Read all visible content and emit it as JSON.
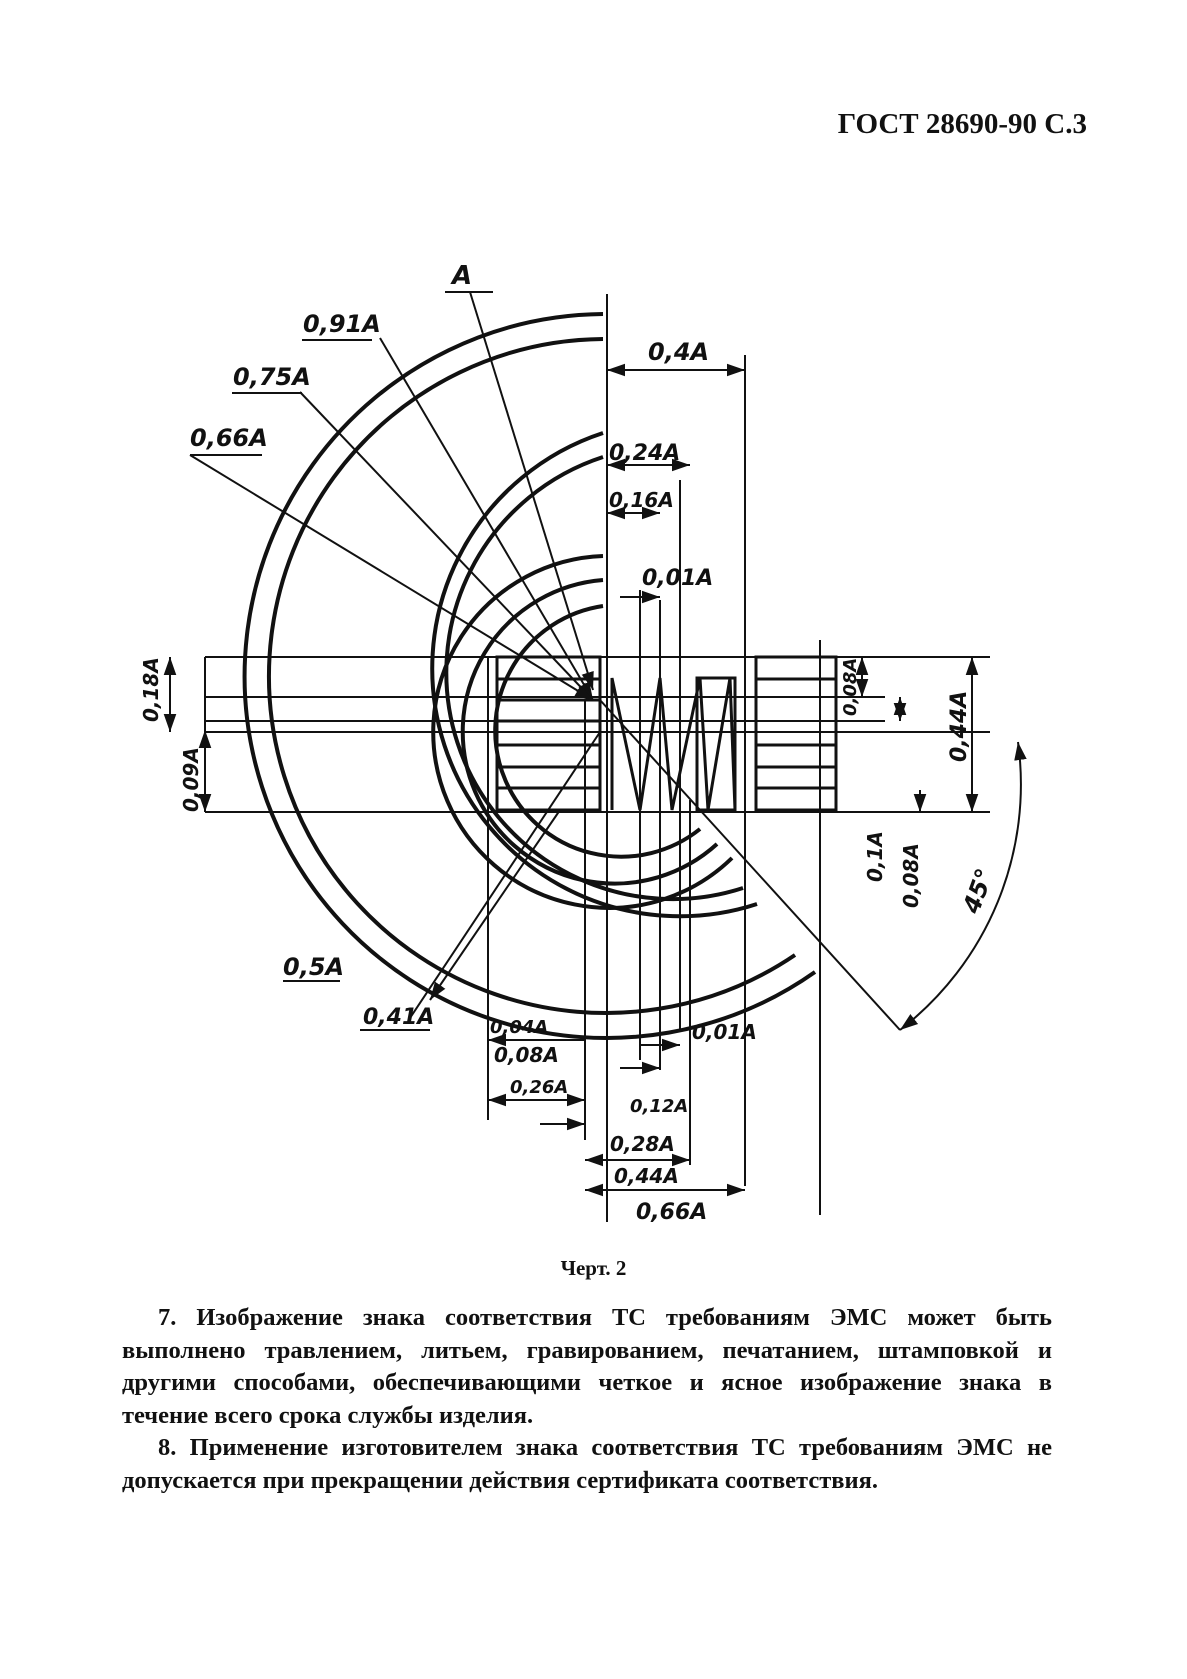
{
  "header": "ГОСТ 28690-90 С.3",
  "drawing": {
    "labels": {
      "A": "A",
      "r091": "0,91A",
      "r075": "0,75A",
      "r066": "0,66A",
      "r05": "0,5A",
      "r041": "0,41A",
      "w04": "0,4A",
      "w024": "0,24A",
      "w016": "0,16A",
      "w001top": "0,01A",
      "h018": "0,18A",
      "h009": "0,09A",
      "h008a": "0,08A",
      "h044": "0,44A",
      "h01": "0,1A",
      "h008b": "0,08A",
      "angle45": "45°",
      "b004": "0,04A",
      "b008": "0,08A",
      "b026": "0,26A",
      "b001": "0,01A",
      "b012": "0,12A",
      "b028": "0,28A",
      "b044": "0,44A",
      "b066": "0,66A"
    }
  },
  "caption": "Черт. 2",
  "paragraphs": [
    "7. Изображение знака соответствия ТС требованиям ЭМС может быть выполнено травлением, литьем, гравированием, печатанием, штамповкой и другими способами, обеспечивающими четкое и ясное изображение знака в течение всего срока службы изделия.",
    "8. Применение изготовителем знака соответствия ТС требованиям ЭМС не допускается при прекращении действия сертификата соответствия."
  ]
}
